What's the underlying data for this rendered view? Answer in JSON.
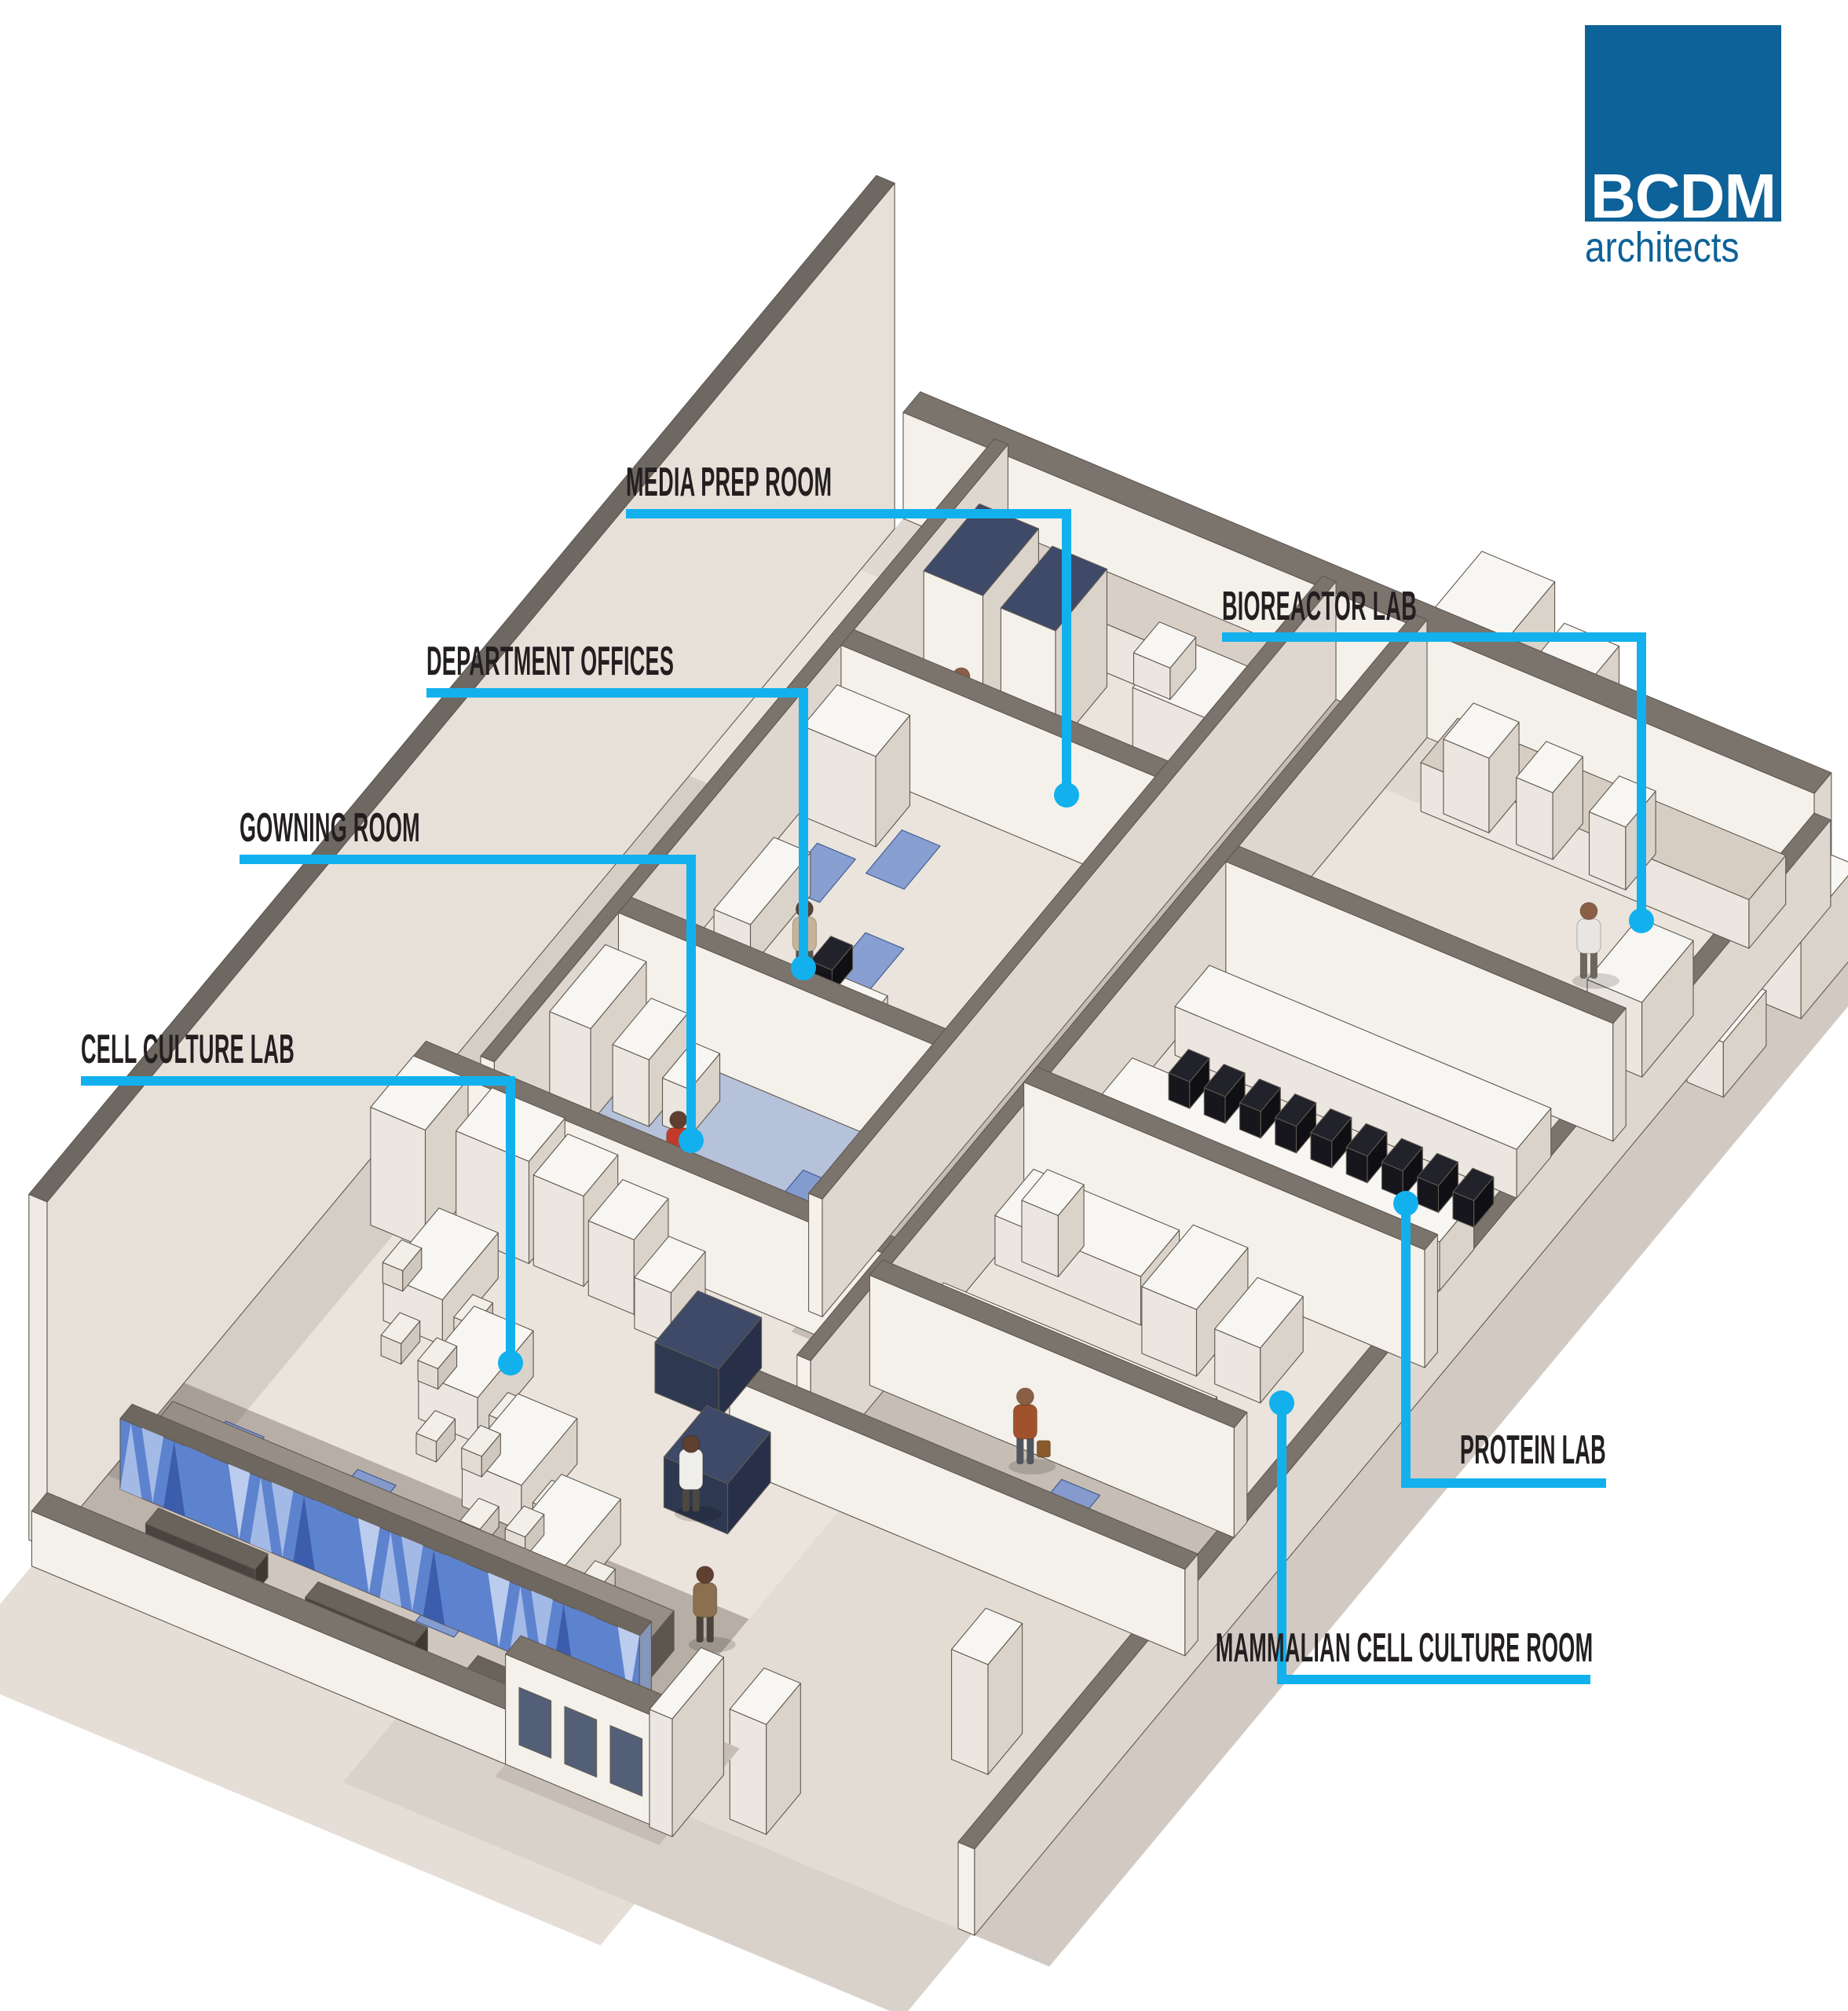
{
  "logo": {
    "name": "BCDM",
    "tagline": "architects"
  },
  "labels": [
    {
      "id": "media-prep-room",
      "text": "MEDIA PREP ROOM"
    },
    {
      "id": "bioreactor-lab",
      "text": "BIOREACTOR LAB"
    },
    {
      "id": "department-offices",
      "text": "DEPARTMENT OFFICES"
    },
    {
      "id": "gowning-room",
      "text": "GOWNING ROOM"
    },
    {
      "id": "cell-culture-lab",
      "text": "CELL CULTURE LAB"
    },
    {
      "id": "protein-lab",
      "text": "PROTEIN LAB"
    },
    {
      "id": "mammalian-cell-culture-room",
      "text": "MAMMALIAN CELL CULTURE ROOM"
    }
  ],
  "palette": {
    "leader": "#12b1ee",
    "label_text": "#231f20",
    "logo_blue": "#0d6299",
    "floor_beige": "#eae4dc",
    "floor_beige2": "#e3dcd2",
    "corridor_gray": "#b7aea5",
    "corridor_gray2": "#c6beb4",
    "walkway_gray": "#cfc7be",
    "wall_face": "#f4f0ea",
    "wall_side": "#ddd7cf",
    "wall_top": "#7b746d",
    "white_top": "#f8f6f2",
    "white_side": "#ebe6df",
    "white_side2": "#d9d3ca",
    "navy_top": "#3e4a68",
    "navy_side": "#2e3850",
    "gowning_floor": "#b6c1da",
    "mat_blue": "#7e98d0",
    "mat_edge": "#36508f",
    "mosaic_mid": "#5d83cf",
    "mosaic_light": "#a9bfe9",
    "mosaic_dark": "#4165b5",
    "mosaic_pale": "#c4d3f0",
    "bench_top": "#978e85",
    "bench_side": "#6e6760",
    "chair_black": "#22222a",
    "outline": "#5f5850"
  }
}
